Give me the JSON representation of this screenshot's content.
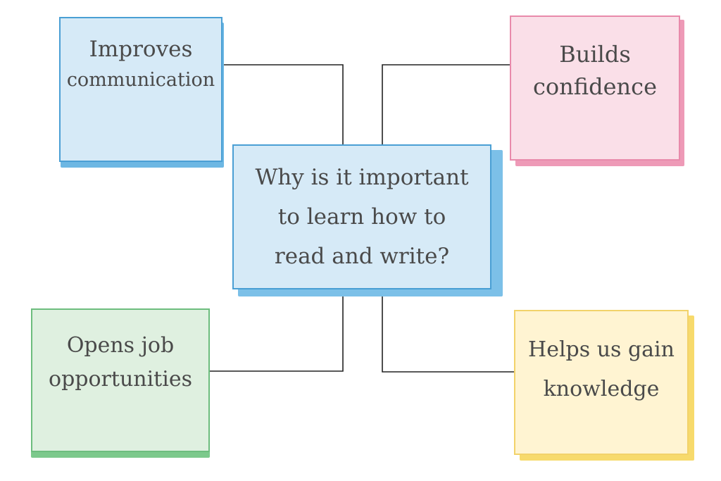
{
  "diagram": {
    "type": "mind-map",
    "center": {
      "lines": [
        "Why is it important",
        "to learn how to",
        "read and write?"
      ],
      "fill": "#d6eaf7",
      "border": "#4a9fd4",
      "shadow": "#7cc0e8"
    },
    "nodes": [
      {
        "id": "top-left",
        "lines": [
          "Improves",
          "communication"
        ],
        "fill": "#d6eaf7",
        "border": "#4a9fd4",
        "shadow": "#6db7e3"
      },
      {
        "id": "top-right",
        "lines": [
          "Builds",
          "confidence"
        ],
        "fill": "#fadfe8",
        "border": "#e88aab",
        "shadow": "#ee9ab7"
      },
      {
        "id": "bottom-left",
        "lines": [
          "Opens job",
          "opportunities"
        ],
        "fill": "#dff0e0",
        "border": "#6dbd7e",
        "shadow": "#7cc98c"
      },
      {
        "id": "bottom-right",
        "lines": [
          "Helps us gain",
          "knowledge"
        ],
        "fill": "#fff4d2",
        "border": "#f2d26a",
        "shadow": "#f7da6c"
      }
    ],
    "connector_color": "#222222"
  }
}
